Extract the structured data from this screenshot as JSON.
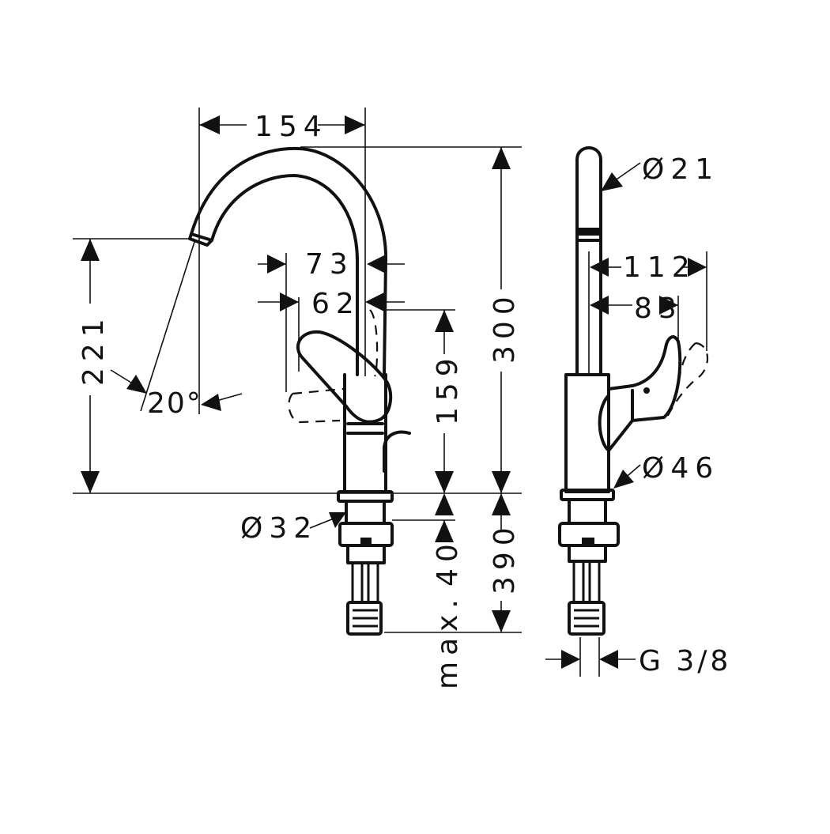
{
  "drawing": {
    "left_view": {
      "width_154": "154",
      "spout_offset_73": "73",
      "spout_offset_62": "62",
      "height_300": "300",
      "height_221": "221",
      "height_159": "159",
      "angle_20": "20°",
      "diameter_32": "Ø32",
      "below_390": "390",
      "below_40": "40",
      "max_label": "max."
    },
    "right_view": {
      "diameter_21": "Ø21",
      "reach_112": "112",
      "reach_83": "83",
      "diameter_46": "Ø46",
      "thread_g38": "G 3/8"
    }
  }
}
